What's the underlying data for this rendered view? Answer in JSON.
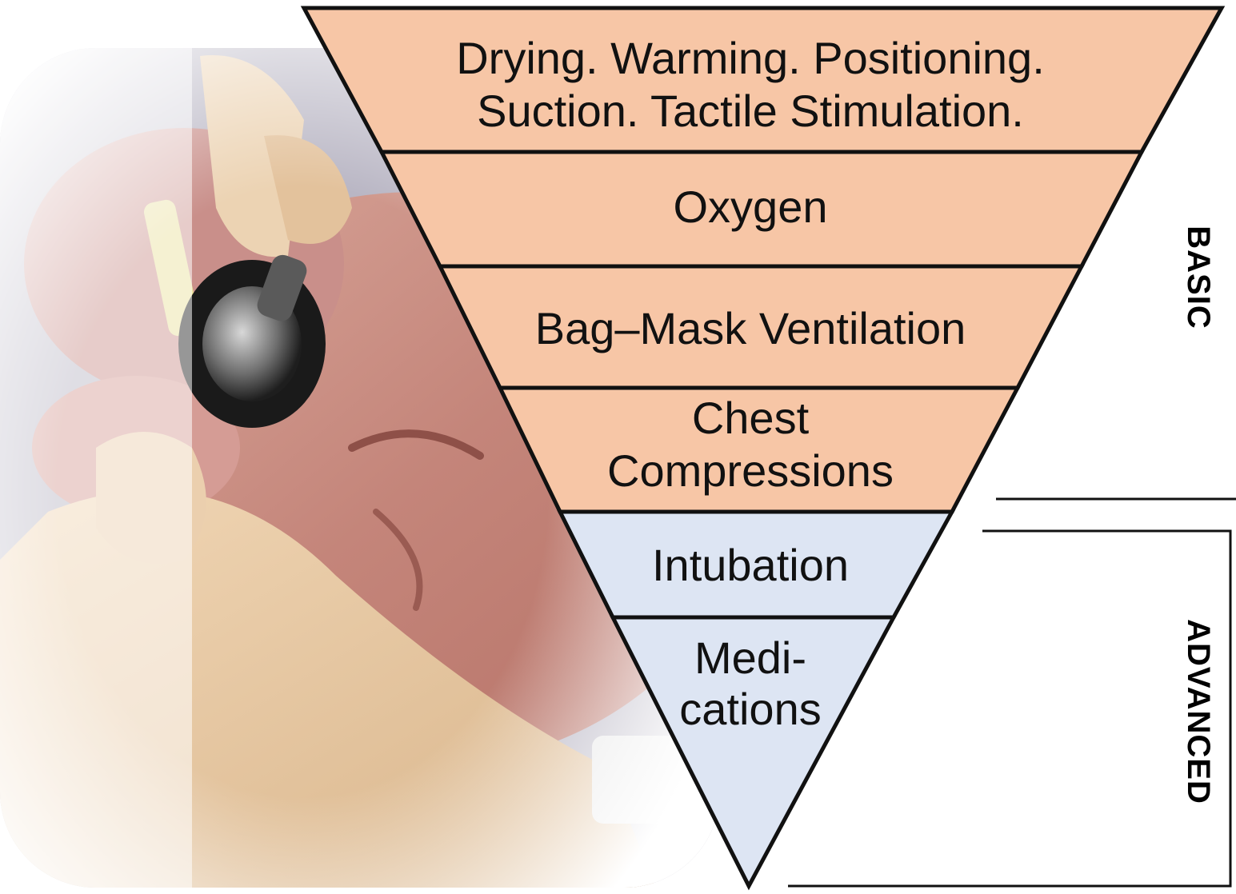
{
  "colors": {
    "basic_fill": "#f7c6a6",
    "advanced_fill": "#dde5f3",
    "outline": "#111111",
    "photo_skin": "#c98a7e",
    "glove": "#e9c8a0"
  },
  "photo": {
    "description_icon": "newborn-stethoscope-photo"
  },
  "tiers": [
    {
      "group": "basic",
      "lines": [
        "Drying. Warming. Positioning.",
        "Suction. Tactile Stimulation."
      ]
    },
    {
      "group": "basic",
      "lines": [
        "Oxygen"
      ]
    },
    {
      "group": "basic",
      "lines": [
        "Bag–Mask Ventilation"
      ]
    },
    {
      "group": "basic",
      "lines": [
        "Chest",
        "Compressions"
      ]
    },
    {
      "group": "advanced",
      "lines": [
        "Intubation"
      ]
    },
    {
      "group": "advanced",
      "lines": [
        "Medi-",
        "cations"
      ]
    }
  ],
  "side_labels": {
    "basic": "BASIC",
    "advanced": "ADVANCED"
  }
}
